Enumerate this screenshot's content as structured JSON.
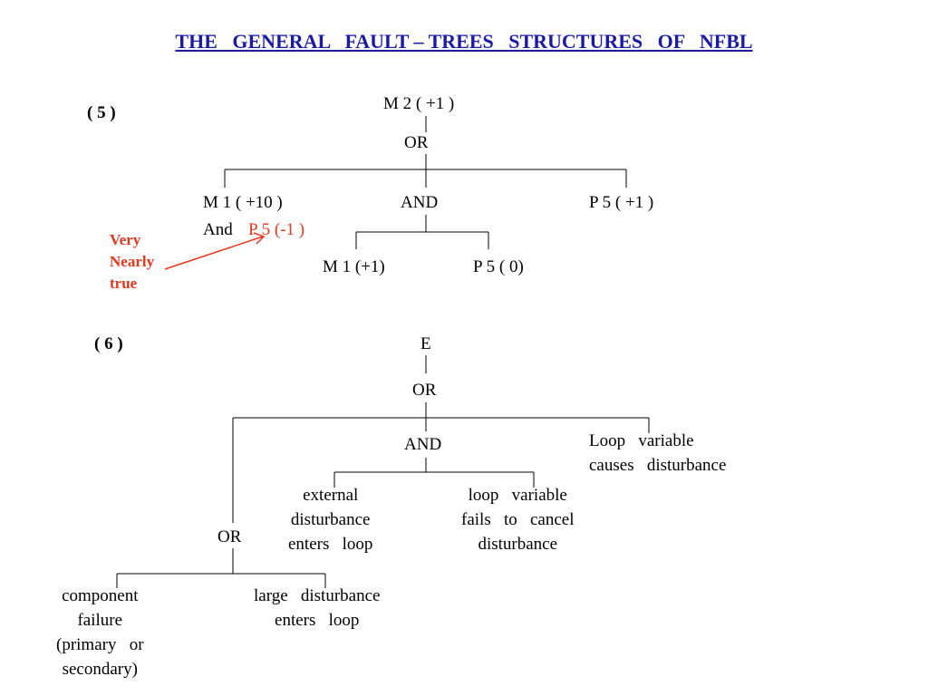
{
  "title": "THE   GENERAL   FAULT – TREES   STRUCTURES   OF   NFBL",
  "tree5": {
    "label": "( 5 )",
    "top": "M 2 ( +1 )",
    "gate_or": "OR",
    "left": "M 1 ( +10 )",
    "left_and": "And",
    "left_red": "P 5 (-1 )",
    "gate_and": "AND",
    "right": "P 5 ( +1 )",
    "and_left": "M 1 (+1)",
    "and_right": "P 5 ( 0)",
    "note": "Very\nNearly\ntrue",
    "note_color": "#e8361b"
  },
  "tree6": {
    "label": "( 6 )",
    "top": "E",
    "gate_or": "OR",
    "gate_and": "AND",
    "right": "Loop   variable\ncauses   disturbance",
    "and_left": "external\ndisturbance\nenters   loop",
    "and_right": "loop   variable\nfails   to   cancel\ndisturbance",
    "gate_or2": "OR",
    "or2_left": "component\nfailure\n(primary   or\nsecondary)",
    "or2_right": "large   disturbance\nenters   loop"
  },
  "colors": {
    "title": "#1a1aa6",
    "accent": "#e8361b"
  }
}
